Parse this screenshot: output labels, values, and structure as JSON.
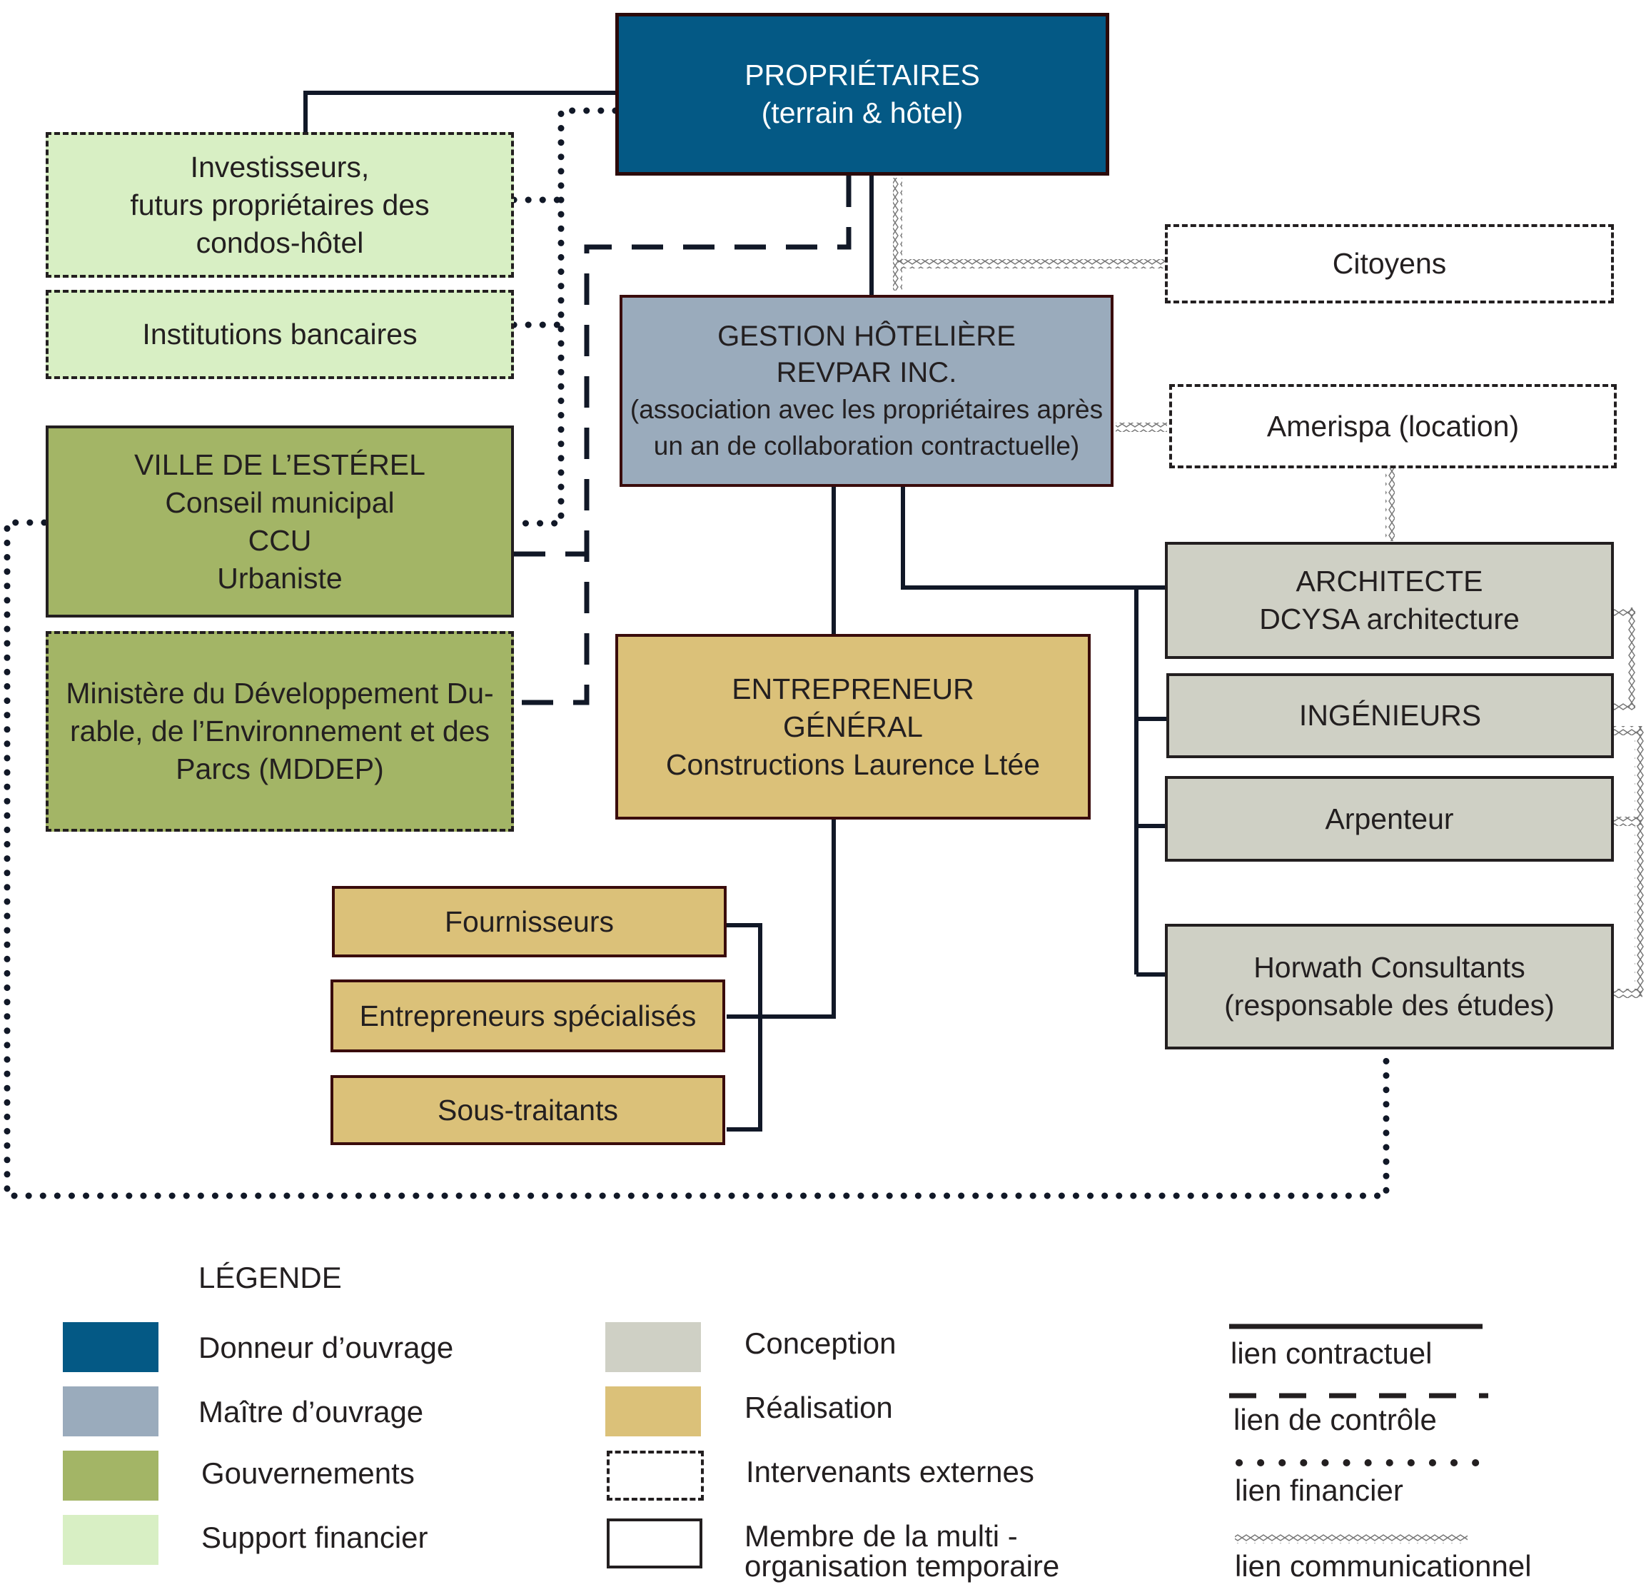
{
  "diagram": {
    "boxes": {
      "proprietaires": [
        "PROPRIÉTAIRES",
        "(terrain & hôtel)"
      ],
      "investisseurs": [
        "Investisseurs,",
        "futurs propriétaires des",
        "condos-hôtel"
      ],
      "institutions": [
        "Institutions bancaires"
      ],
      "ville": [
        "VILLE DE L’ESTÉREL",
        "Conseil municipal",
        "CCU",
        "Urbaniste"
      ],
      "mddep": [
        "Ministère du Développement Du-",
        "rable, de l’Environnement et des",
        "Parcs (MDDEP)"
      ],
      "gestion": [
        "GESTION HÔTELIÈRE",
        "REVPAR INC.",
        "(association avec les propriétaires après",
        "un an de collaboration contractuelle)"
      ],
      "citoyens": [
        "Citoyens"
      ],
      "amerispa": [
        "Amerispa (location)"
      ],
      "entrepreneur": [
        "ENTREPRENEUR",
        "GÉNÉRAL",
        "Constructions Laurence Ltée"
      ],
      "architecte": [
        "ARCHITECTE",
        "DCYSA architecture"
      ],
      "ingenieurs": [
        "INGÉNIEURS"
      ],
      "arpenteur": [
        "Arpenteur"
      ],
      "horwath": [
        "Horwath Consultants",
        "(responsable des études)"
      ],
      "fournisseurs": [
        "Fournisseurs"
      ],
      "entrepreneurs_specialises": [
        "Entrepreneurs spécialisés"
      ],
      "sous_traitants": [
        "Sous-traitants"
      ]
    }
  },
  "legend": {
    "title": "LÉGENDE",
    "categories": [
      {
        "label": "Donneur d’ouvrage",
        "color": "#045985"
      },
      {
        "label": "Maître d’ouvrage",
        "color": "#9aabbc"
      },
      {
        "label": "Gouvernements",
        "color": "#a3b566"
      },
      {
        "label": "Support financier",
        "color": "#d8efc4"
      },
      {
        "label": "Conception",
        "color": "#cfd0c5"
      },
      {
        "label": "Réalisation",
        "color": "#dbc179"
      },
      {
        "label": "Intervenants externes",
        "style": "dashed-outline"
      },
      {
        "label": "Membre de la multi -",
        "label2": "organisation temporaire",
        "style": "solid-outline"
      }
    ],
    "links": [
      {
        "label": "lien contractuel",
        "style": "solid"
      },
      {
        "label": "lien de contrôle",
        "style": "dashed"
      },
      {
        "label": "lien financier",
        "style": "dotted"
      },
      {
        "label": "lien communicationnel",
        "style": "diamonds"
      }
    ]
  }
}
